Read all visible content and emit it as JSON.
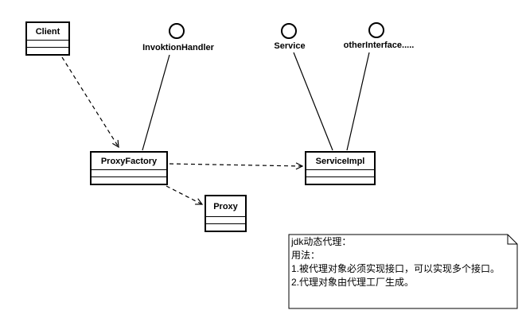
{
  "diagram": {
    "kind": "uml-class-diagram",
    "classes": [
      {
        "name": "Client"
      },
      {
        "name": "ProxyFactory"
      },
      {
        "name": "ServiceImpl"
      },
      {
        "name": "Proxy"
      }
    ],
    "interfaces": [
      {
        "name": "InvoktionHandler"
      },
      {
        "name": "Service"
      },
      {
        "name": "otherInterface....."
      }
    ],
    "relations": [
      {
        "from": "Client",
        "to": "ProxyFactory",
        "type": "dashed-dependency-arrow"
      },
      {
        "from": "InvoktionHandler",
        "to": "ProxyFactory",
        "type": "lollipop-solid-line"
      },
      {
        "from": "Service",
        "to": "ServiceImpl",
        "type": "lollipop-solid-line"
      },
      {
        "from": "otherInterface.....",
        "to": "ServiceImpl",
        "type": "lollipop-solid-line"
      },
      {
        "from": "ProxyFactory",
        "to": "ServiceImpl",
        "type": "dashed-dependency-arrow"
      },
      {
        "from": "ProxyFactory",
        "to": "Proxy",
        "type": "dashed-dependency-arrow"
      }
    ],
    "note": {
      "lines": [
        "jdk动态代理：",
        "用法：",
        "1.被代理对象必须实现接口，可以实现多个接口。",
        "2.代理对象由代理工厂生成。"
      ]
    },
    "colors": {
      "line": "#000000",
      "background": "#ffffff",
      "text": "#000000"
    }
  }
}
